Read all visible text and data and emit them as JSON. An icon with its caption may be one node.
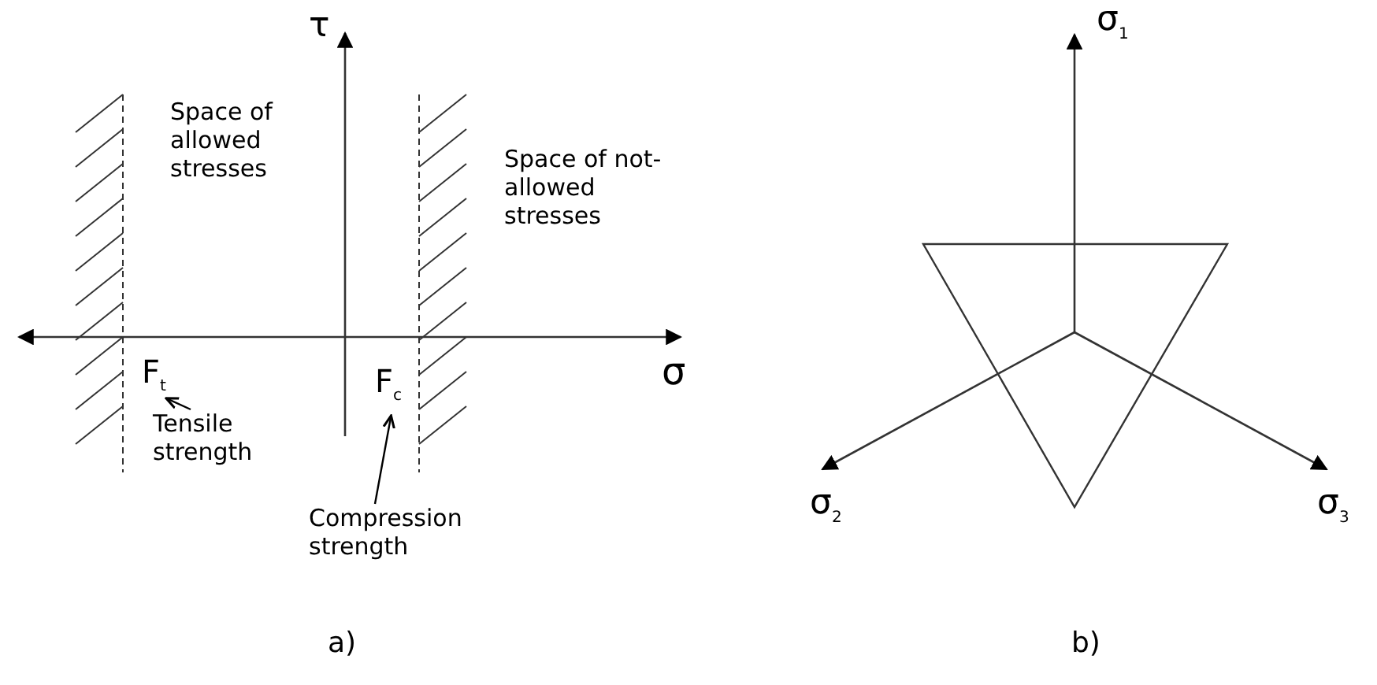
{
  "diagram": {
    "nodes": [
      {
        "text": [
          "F$_{t}$"
        ]
      },
      {
        "text": [
          "Tensile strength"
        ]
      },
      {
        "text": [
          "F$_{c}$"
        ]
      },
      {
        "text": [
          "Compression strength"
        ]
      }
    ],
    "edges": [
      {
        "from": 1,
        "to": 0,
        "arrow": "to"
      },
      {
        "from": 3,
        "to": 2,
        "arrow": "to"
      }
    ],
    "labels": [
      "τ",
      "Space of allowed stresses",
      "Space of not-allowed stresses",
      "σ",
      "a)",
      "σ$_{1}$",
      "σ$_{2}$",
      "σ$_{3}$",
      "b)"
    ]
  }
}
